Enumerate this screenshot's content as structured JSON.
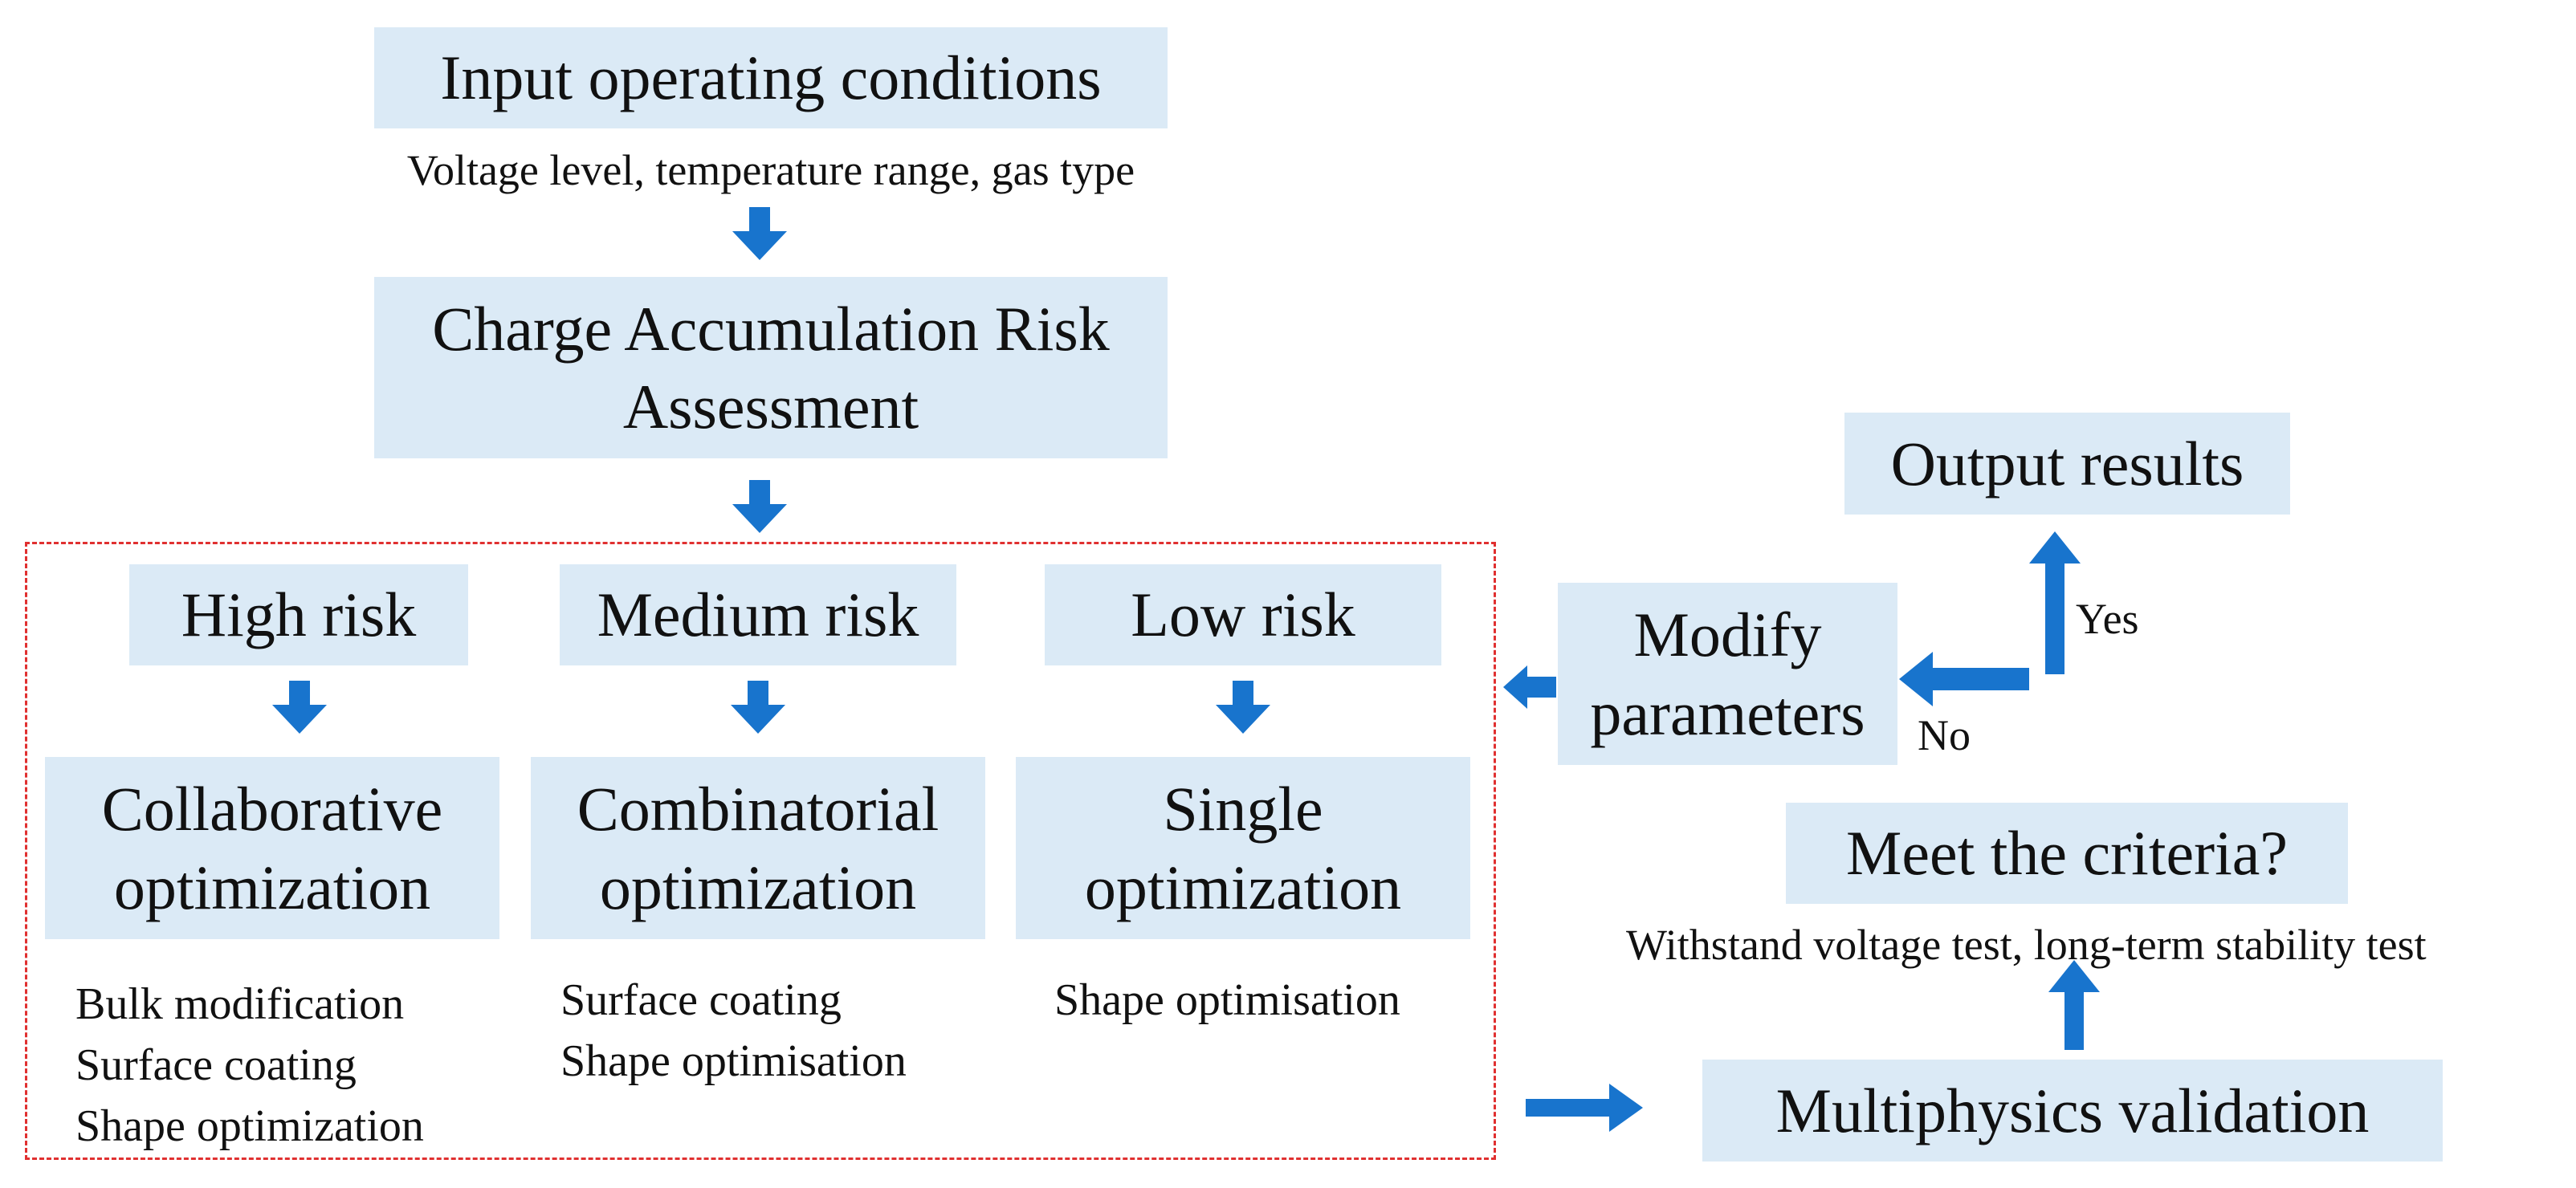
{
  "diagram": {
    "accent_color": "#1874cd",
    "box_fill": "#dbeaf6",
    "group_border_color": "#e03030",
    "nodes": {
      "input": {
        "label": "Input operating conditions",
        "note": "Voltage level, temperature range, gas type"
      },
      "risk_assessment": {
        "label": "Charge Accumulation Risk\nAssessment"
      },
      "high_risk": {
        "label": "High risk"
      },
      "medium_risk": {
        "label": "Medium risk"
      },
      "low_risk": {
        "label": "Low risk"
      },
      "collaborative": {
        "label": "Collaborative\noptimization",
        "items": [
          "Bulk modification",
          "Surface coating",
          "Shape optimization"
        ]
      },
      "combinatorial": {
        "label": "Combinatorial\noptimization",
        "items": [
          "Surface coating",
          "Shape optimisation"
        ]
      },
      "single": {
        "label": "Single\noptimization",
        "items": [
          "Shape optimisation"
        ]
      },
      "multiphysics": {
        "label": "Multiphysics validation"
      },
      "criteria": {
        "label": "Meet the criteria?",
        "note": "Withstand voltage test, long-term stability test"
      },
      "modify": {
        "label": "Modify\nparameters"
      },
      "output": {
        "label": "Output results"
      }
    },
    "edge_labels": {
      "yes": "Yes",
      "no": "No"
    }
  }
}
